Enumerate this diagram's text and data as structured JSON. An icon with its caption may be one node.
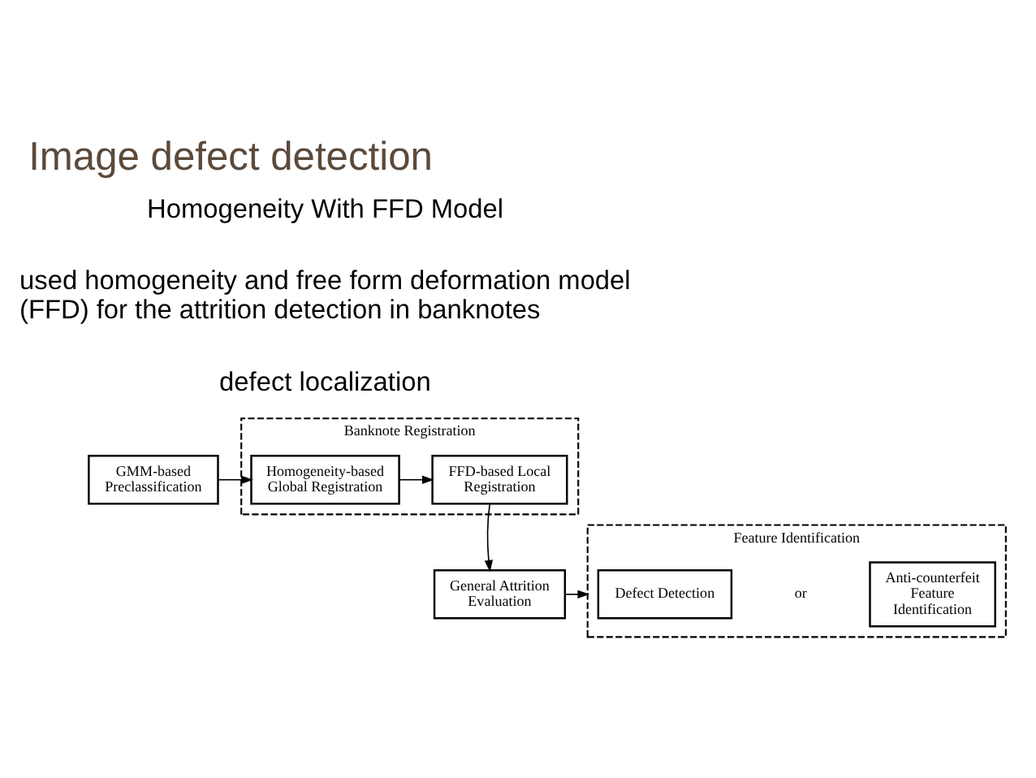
{
  "diagram": {
    "title": "Image defect detection",
    "nodes": [
      {
        "text": [
          "GMM-based Preclassification"
        ]
      },
      {
        "text": [
          "Banknote Registration"
        ]
      },
      {
        "text": [
          "Homogeneity-based Global Registration"
        ],
        "in": 1
      },
      {
        "text": [
          "FFD-based Local Registration"
        ],
        "in": 1
      },
      {
        "text": [
          "General Attrition Evaluation"
        ]
      },
      {
        "text": [
          "Feature Identification"
        ]
      },
      {
        "text": [
          "Defect Detection"
        ],
        "in": 5
      },
      {
        "text": [
          "Anti-counterfeit Feature Identification"
        ],
        "in": 5
      }
    ],
    "edges": [
      {
        "from": 0,
        "to": 2,
        "arrow": "to"
      },
      {
        "from": 2,
        "to": 3,
        "arrow": "to"
      },
      {
        "from": 3,
        "to": 4,
        "arrow": "to"
      },
      {
        "from": 4,
        "to": 5,
        "arrow": "to"
      }
    ],
    "labels": [
      "Homogeneity With FFD Model",
      "used homogeneity and free form deformation model (FFD) for the attrition detection in banknotes",
      "defect localization",
      "or"
    ]
  }
}
